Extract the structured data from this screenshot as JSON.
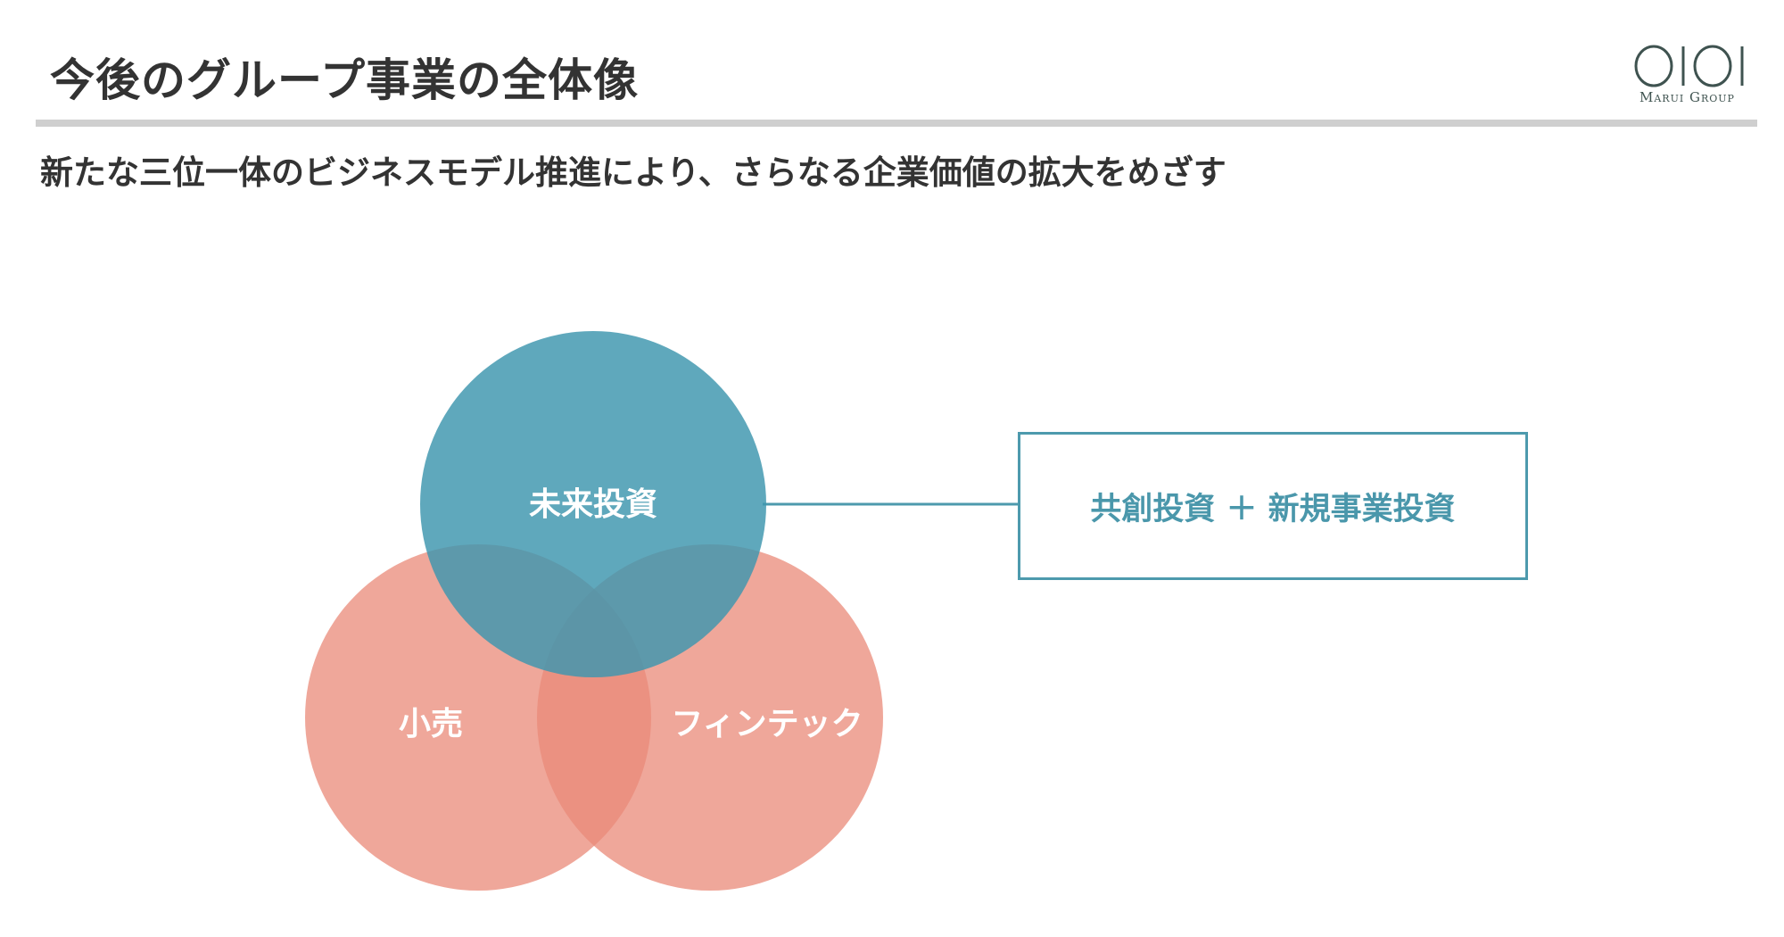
{
  "header": {
    "title": "今後のグループ事業の全体像",
    "logo_text": "Marui Group"
  },
  "subtitle": "新たな三位一体のビジネスモデル推進により、さらなる企業価値の拡大をめざす",
  "diagram": {
    "circles": [
      {
        "label": "未来投資",
        "color": "#3f96ae"
      },
      {
        "label": "小売",
        "color": "#e98a78"
      },
      {
        "label": "フィンテック",
        "color": "#e98a78"
      }
    ],
    "callout": "共創投資 ＋ 新規事業投資",
    "line_color": "#4d9aad"
  }
}
